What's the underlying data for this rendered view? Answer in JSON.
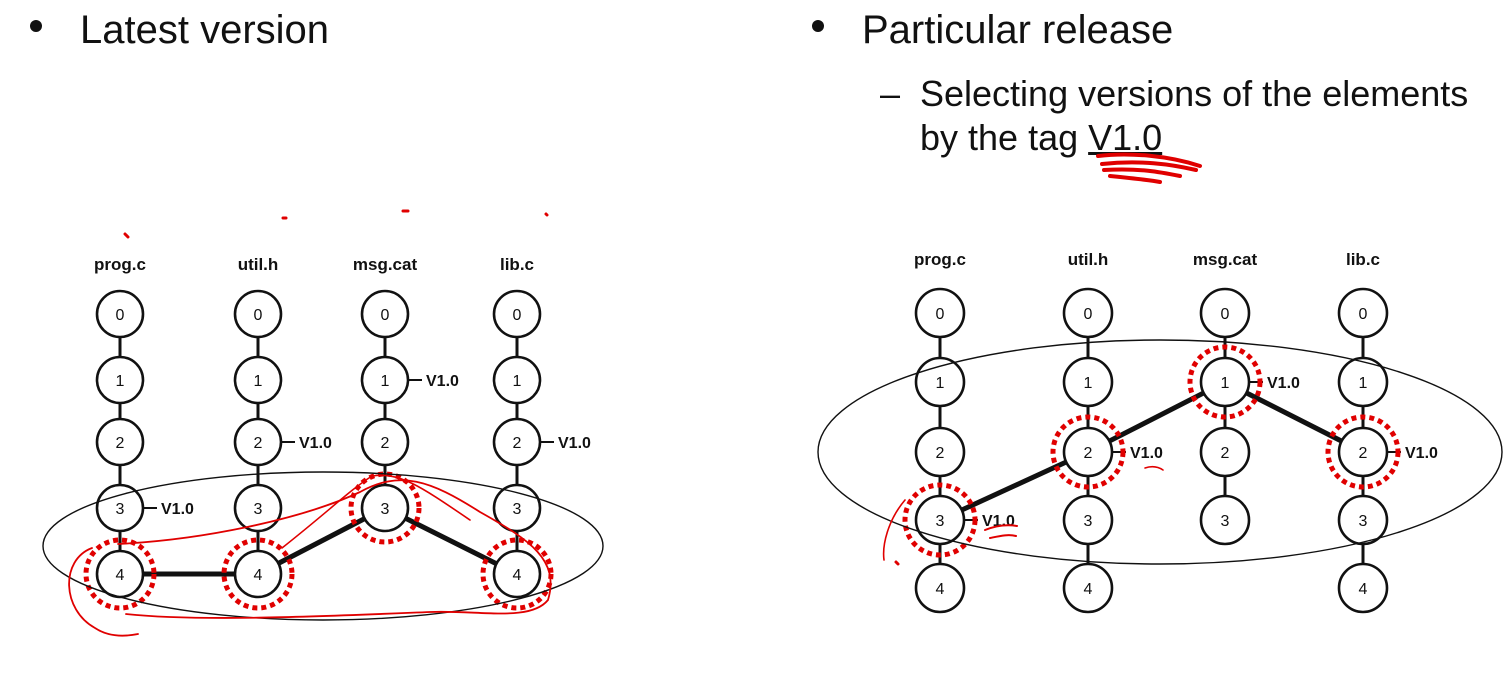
{
  "slide": {
    "left": {
      "bullet": "Latest version"
    },
    "right": {
      "bullet": "Particular release",
      "sub_bullet_line1": "Selecting versions of the elements",
      "sub_bullet_line2_prefix": "by the tag ",
      "sub_bullet_tag": "V1.0"
    }
  },
  "diagram": {
    "files": [
      "prog.c",
      "util.h",
      "msg.cat",
      "lib.c"
    ],
    "versions": {
      "prog.c": [
        "0",
        "1",
        "2",
        "3",
        "4"
      ],
      "util.h": [
        "0",
        "1",
        "2",
        "3",
        "4"
      ],
      "msg.cat": [
        "0",
        "1",
        "2",
        "3"
      ],
      "lib.c": [
        "0",
        "1",
        "2",
        "3",
        "4"
      ]
    },
    "tag": "V1.0",
    "left_panel": {
      "tagged_versions": {
        "prog.c": "3",
        "util.h": "2",
        "msg.cat": "1",
        "lib.c": "2"
      },
      "selected_versions": {
        "prog.c": "4",
        "util.h": "4",
        "msg.cat": "3",
        "lib.c": "4"
      }
    },
    "right_panel": {
      "selected_versions": {
        "prog.c": "3",
        "util.h": "2",
        "msg.cat": "1",
        "lib.c": "2"
      }
    },
    "colors": {
      "highlight": "#e00000",
      "ink": "#111111"
    }
  }
}
